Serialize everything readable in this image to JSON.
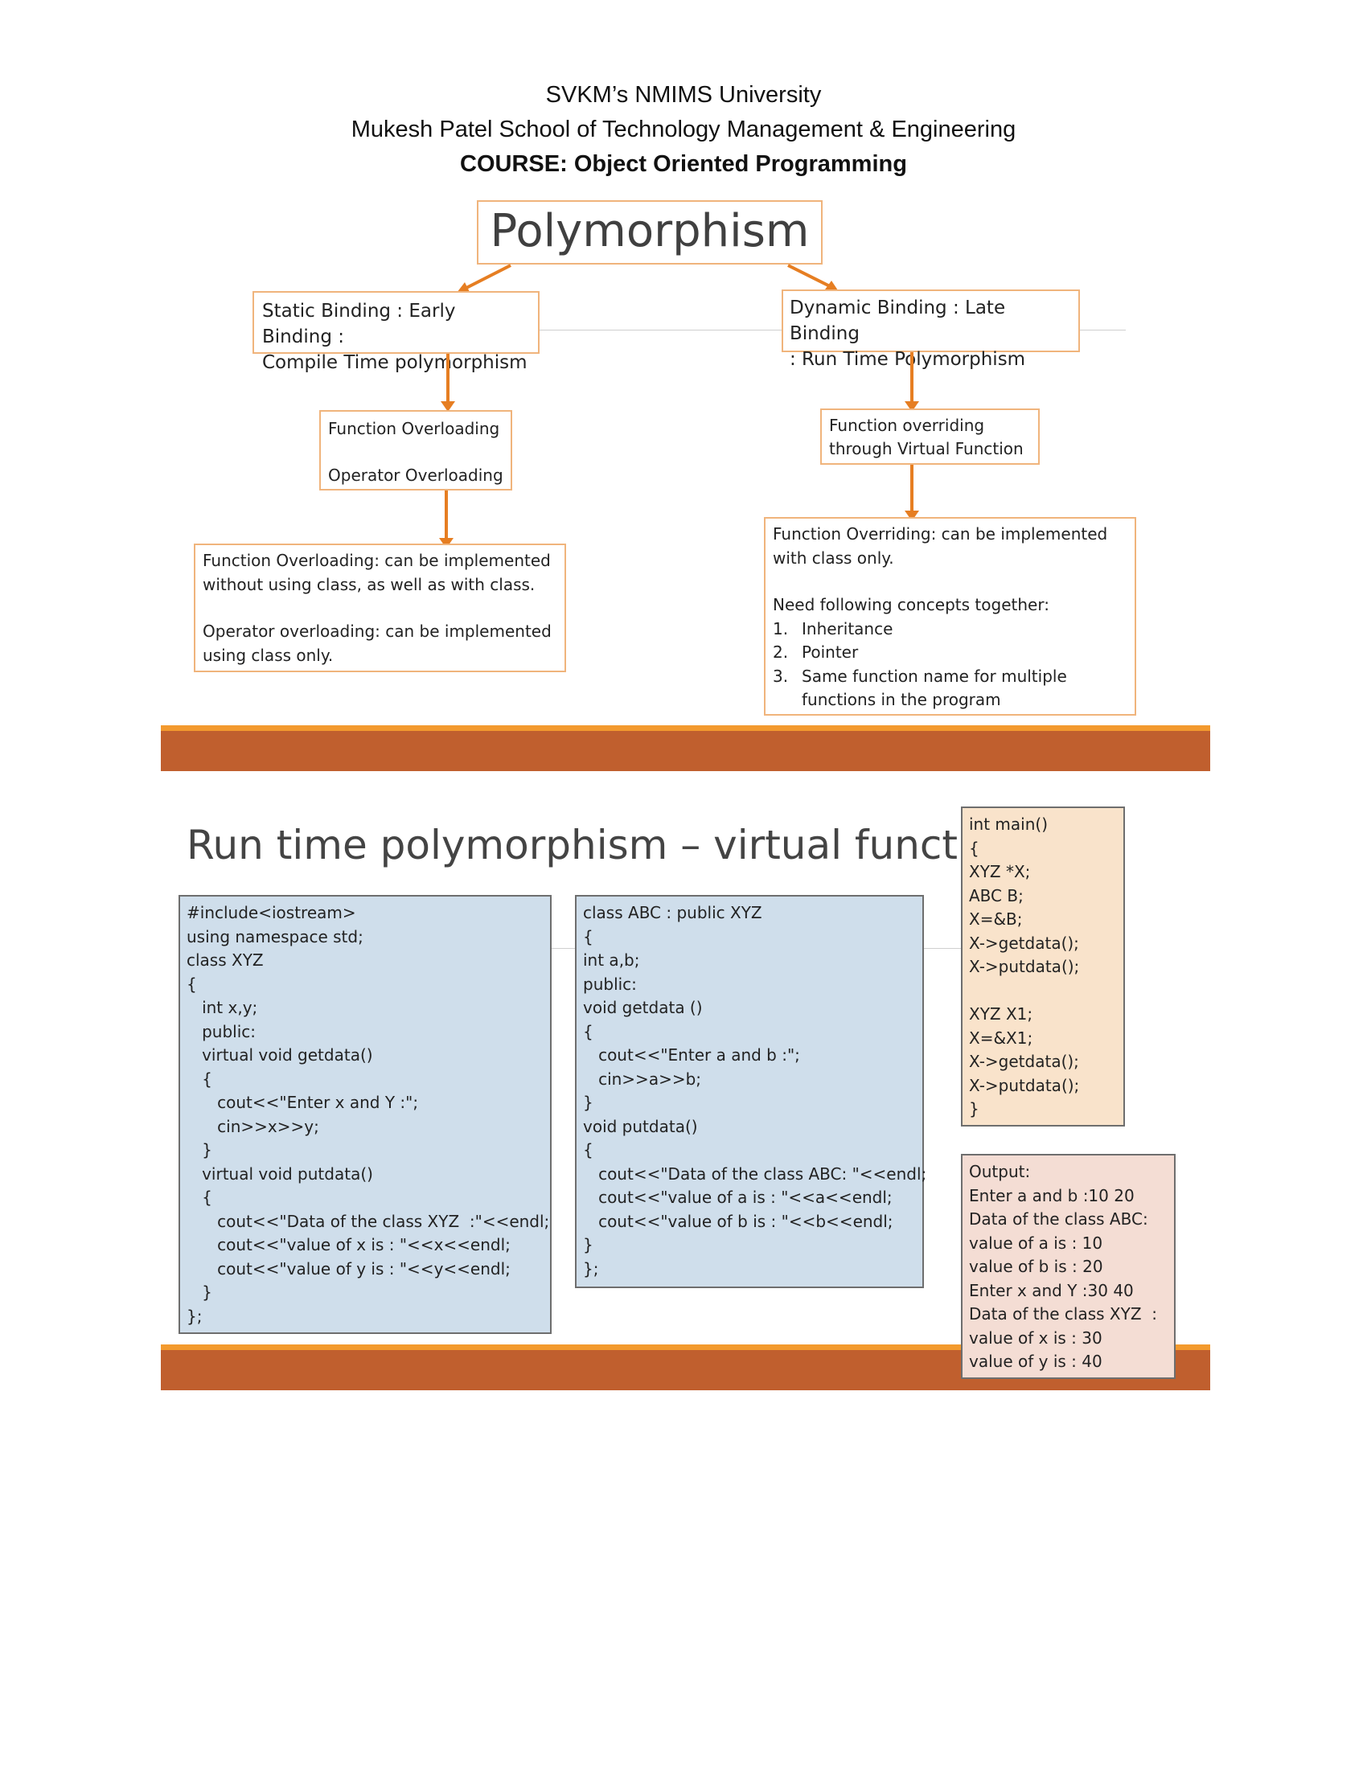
{
  "header": {
    "university": "SVKM’s NMIMS University",
    "school": "Mukesh Patel School of Technology Management & Engineering",
    "course": "COURSE: Object Oriented Programming"
  },
  "diagram": {
    "root": "Polymorphism",
    "static": {
      "line1": "Static Binding : Early Binding :",
      "line2": "Compile Time polymorphism"
    },
    "dynamic": {
      "line1": "Dynamic Binding : Late Binding",
      "line2": ": Run Time Polymorphism"
    },
    "overloading": {
      "line1": "Function Overloading",
      "line2": "Operator Overloading"
    },
    "overriding": {
      "line1": "Function overriding",
      "line2": "through Virtual Function"
    },
    "overloading_note": {
      "p1_line1": "Function Overloading:  can be implemented",
      "p1_line2": "without using class, as well as with class.",
      "p2_line1": "Operator overloading: can be implemented",
      "p2_line2": "using class only."
    },
    "overriding_note": {
      "line1": "Function Overriding:  can be implemented",
      "line2": "with class only.",
      "line3": "Need following concepts together:",
      "items": [
        "Inheritance",
        "Pointer",
        "Same function name for multiple"
      ],
      "item3_cont": "functions in the program"
    }
  },
  "slide2": {
    "title": "Run time polymorphism – virtual function",
    "code_xyz": [
      "#include<iostream>",
      "using namespace std;",
      "class XYZ",
      "{",
      "   int x,y;",
      "   public:",
      "   virtual void getdata()",
      "   {",
      "      cout<<\"Enter x and Y :\";",
      "      cin>>x>>y;",
      "   }",
      "   virtual void putdata()",
      "   {",
      "      cout<<\"Data of the class XYZ  :\"<<endl;",
      "      cout<<\"value of x is : \"<<x<<endl;",
      "      cout<<\"value of y is : \"<<y<<endl;",
      "   }",
      "};"
    ],
    "code_abc": [
      "class ABC : public XYZ",
      "{",
      "int a,b;",
      "public:",
      "void getdata ()",
      "{",
      "   cout<<\"Enter a and b :\";",
      "   cin>>a>>b;",
      "}",
      "void putdata()",
      "{",
      "   cout<<\"Data of the class ABC: \"<<endl;",
      "   cout<<\"value of a is : \"<<a<<endl;",
      "   cout<<\"value of b is : \"<<b<<endl;",
      "}",
      "};"
    ],
    "code_main": [
      "int main()",
      "{",
      "XYZ *X;",
      "ABC B;",
      "X=&B;",
      "X->getdata();",
      "X->putdata();",
      "",
      "XYZ X1;",
      "X=&X1;",
      "X->getdata();",
      "X->putdata();",
      "}"
    ],
    "output": [
      "Output:",
      "Enter a and b :10 20",
      "Data of the class ABC:",
      "value of a is : 10",
      "value of b is : 20",
      "Enter x and Y :30 40",
      "Data of the class XYZ  :",
      "value of x is : 30",
      "value of y is : 40"
    ]
  }
}
